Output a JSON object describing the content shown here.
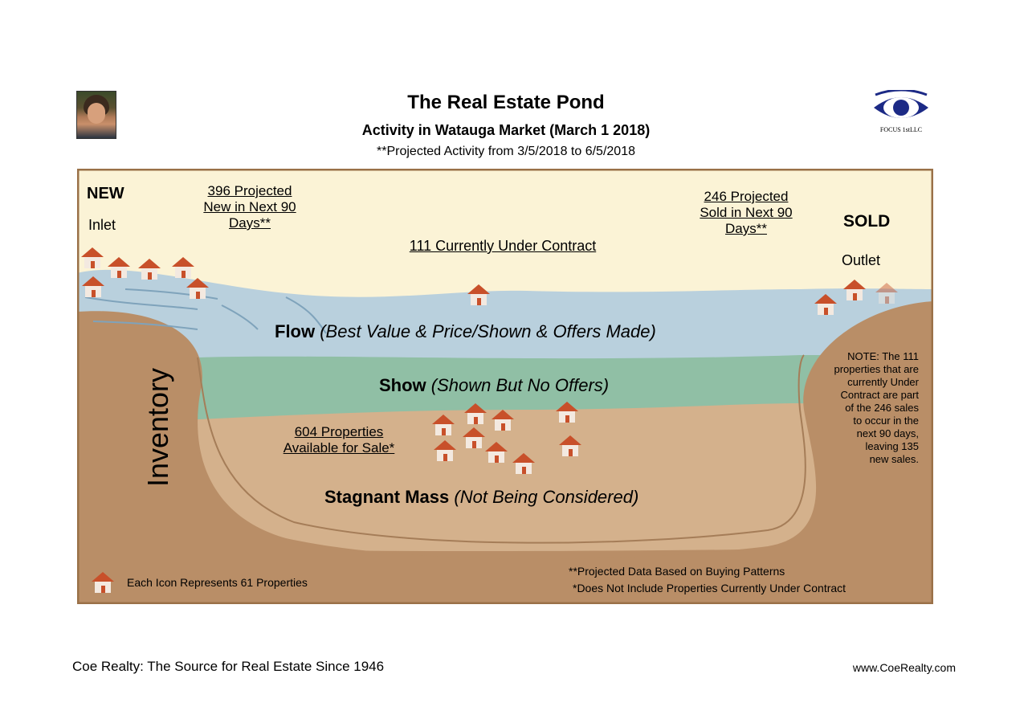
{
  "header": {
    "title": "The Real Estate Pond",
    "subtitle": "Activity in Watauga Market (March 1 2018)",
    "subnote": "**Projected Activity from 3/5/2018 to 6/5/2018",
    "logo_text": "FOCUS 1stLLC"
  },
  "pond": {
    "new_label": "NEW",
    "inlet_label": "Inlet",
    "projected_new_line1": "396 Projected",
    "projected_new_line2": "New in Next 90",
    "projected_new_line3": "Days**",
    "under_contract": "111 Currently Under Contract",
    "projected_sold_line1": "246 Projected",
    "projected_sold_line2": "Sold in Next 90",
    "projected_sold_line3": "Days**",
    "sold_label": "SOLD",
    "outlet_label": "Outlet",
    "flow_label": "Flow",
    "flow_desc": "(Best Value & Price/Shown & Offers Made)",
    "show_label": "Show",
    "show_desc": "(Shown But No Offers)",
    "inventory_label": "Inventory",
    "available_line1": "604 Properties",
    "available_line2": "Available for Sale*",
    "stagnant_label": "Stagnant Mass",
    "stagnant_desc": "(Not Being Considered)",
    "note_lines": [
      "NOTE: The 111",
      "properties that are",
      "currently Under",
      "Contract are part",
      "of the 246 sales",
      "to occur in the",
      "next 90 days,",
      "leaving 135",
      "new sales."
    ],
    "legend_text": "Each Icon Represents 61 Properties",
    "footnote1": "**Projected Data Based on Buying Patterns",
    "footnote2": "*Does Not Include Properties Currently Under Contract"
  },
  "footer": {
    "left": "Coe Realty: The Source for Real Estate Since 1946",
    "right": "www.CoeRealty.com"
  },
  "colors": {
    "sky": "#fbf3d6",
    "water": "#b9d0dd",
    "show_layer": "#90bfa5",
    "sediment": "#c8a480",
    "earth": "#b98e67",
    "frame": "#9a7148",
    "house_roof": "#c8502a",
    "logo_blue": "#1c2a86"
  }
}
